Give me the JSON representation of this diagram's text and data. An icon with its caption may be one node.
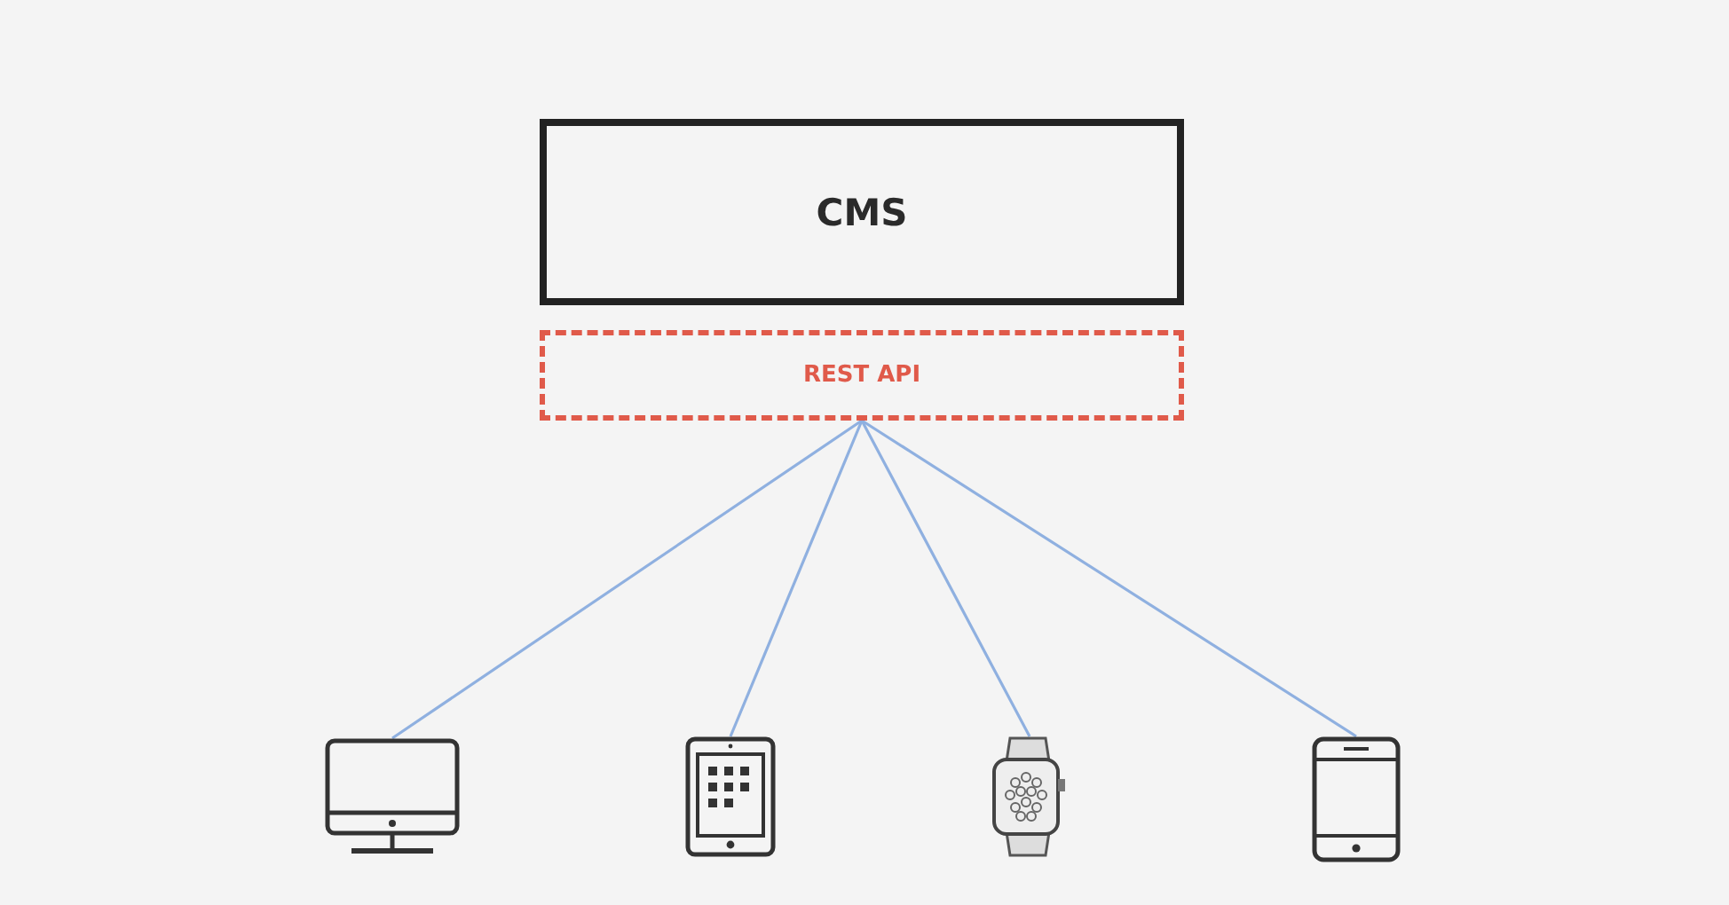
{
  "diagram": {
    "nodes": [
      {
        "text": [
          "CMS"
        ]
      },
      {
        "text": [
          "REST API"
        ]
      },
      {
        "text": [],
        "shape": "monitor"
      },
      {
        "text": [],
        "shape": "tablet"
      },
      {
        "text": [],
        "shape": "watch"
      },
      {
        "text": [],
        "shape": "phone"
      }
    ],
    "edges": [
      {
        "from": 1,
        "to": 2,
        "arrow": "none"
      },
      {
        "from": 1,
        "to": 3,
        "arrow": "none"
      },
      {
        "from": 1,
        "to": 4,
        "arrow": "none"
      },
      {
        "from": 1,
        "to": 5,
        "arrow": "none"
      }
    ]
  }
}
